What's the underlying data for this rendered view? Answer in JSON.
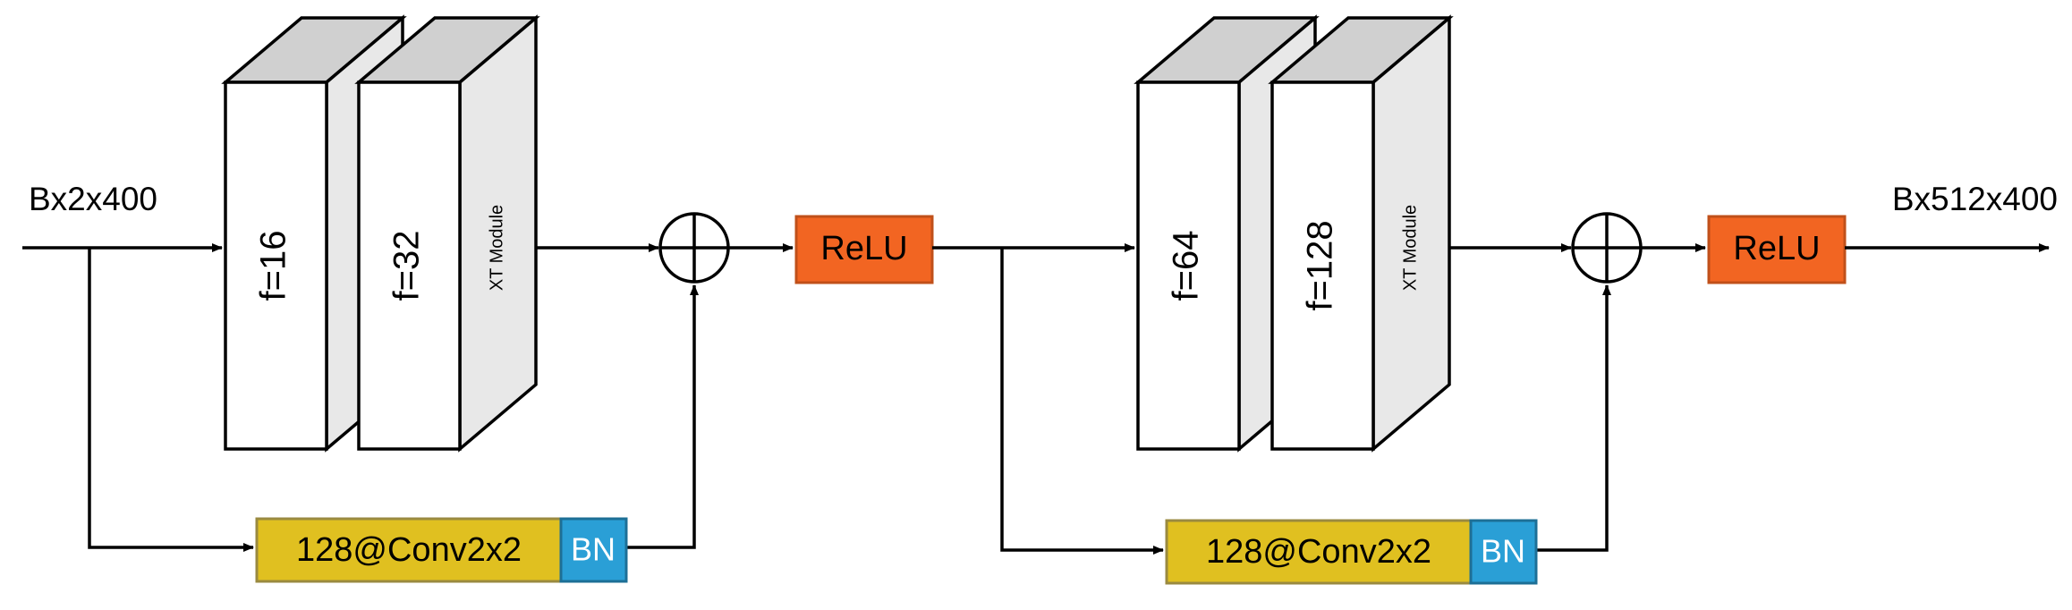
{
  "input_label": "Bx2x400",
  "output_label": "Bx512x400",
  "block1": {
    "layer1": "f=16",
    "layer2": "f=32",
    "module": "XT Module",
    "relu": "ReLU",
    "shortcut_conv": "128@Conv2x2",
    "shortcut_bn": "BN"
  },
  "block2": {
    "layer1": "f=64",
    "layer2": "f=128",
    "module": "XT Module",
    "relu": "ReLU",
    "shortcut_conv": "128@Conv2x2",
    "shortcut_bn": "BN"
  },
  "colors": {
    "relu_fill": "#f26522",
    "conv_fill": "#e0c020",
    "bn_fill": "#2a9fd6",
    "block_side": "#e8e8e8",
    "block_top": "#d0d0d0",
    "stroke": "#000000"
  }
}
